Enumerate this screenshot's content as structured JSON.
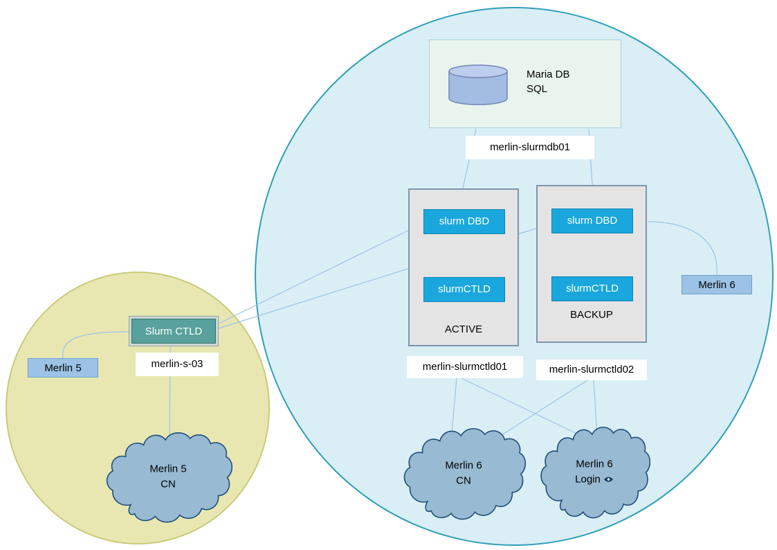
{
  "colors": {
    "merlin6_circle_fill": "#d9eff5",
    "merlin6_circle_border": "#2f9fb8",
    "merlin5_circle_fill": "#e8e7b2",
    "merlin5_circle_border": "#c9ca78",
    "service_box_fill": "#19a7dd",
    "node_box_fill": "#e4e4e4",
    "node_box_border": "#7d94ad",
    "cloud_fill": "#98bad3",
    "cloud_border": "#1f4e79",
    "tag_fill": "#9cc3e5",
    "db_box_fill": "#e9f4ee",
    "cylinder_fill": "#a3bde2",
    "ctld_box_fill": "#58a19c",
    "connector": "#9dc3e6"
  },
  "merlin6": {
    "db_box": {
      "line1": "Maria DB",
      "line2": "SQL"
    },
    "db_host_label": "merlin-slurmdb01",
    "nodes": [
      {
        "services": [
          "slurm DBD",
          "slurmCTLD"
        ],
        "role": "ACTIVE",
        "host_label": "merlin-slurmctld01"
      },
      {
        "services": [
          "slurm DBD",
          "slurmCTLD"
        ],
        "role": "BACKUP",
        "host_label": "merlin-slurmctld02"
      }
    ],
    "tag": "Merlin 6",
    "cn_cloud": {
      "line1": "Merlin 6",
      "line2": "CN"
    },
    "login_cloud": {
      "line1": "Merlin 6",
      "line2": "Login"
    }
  },
  "merlin5": {
    "ctld_label": "Slurm CTLD",
    "host_label": "merlin-s-03",
    "tag": "Merlin 5",
    "cn_cloud": {
      "line1": "Merlin 5",
      "line2": "CN"
    }
  }
}
